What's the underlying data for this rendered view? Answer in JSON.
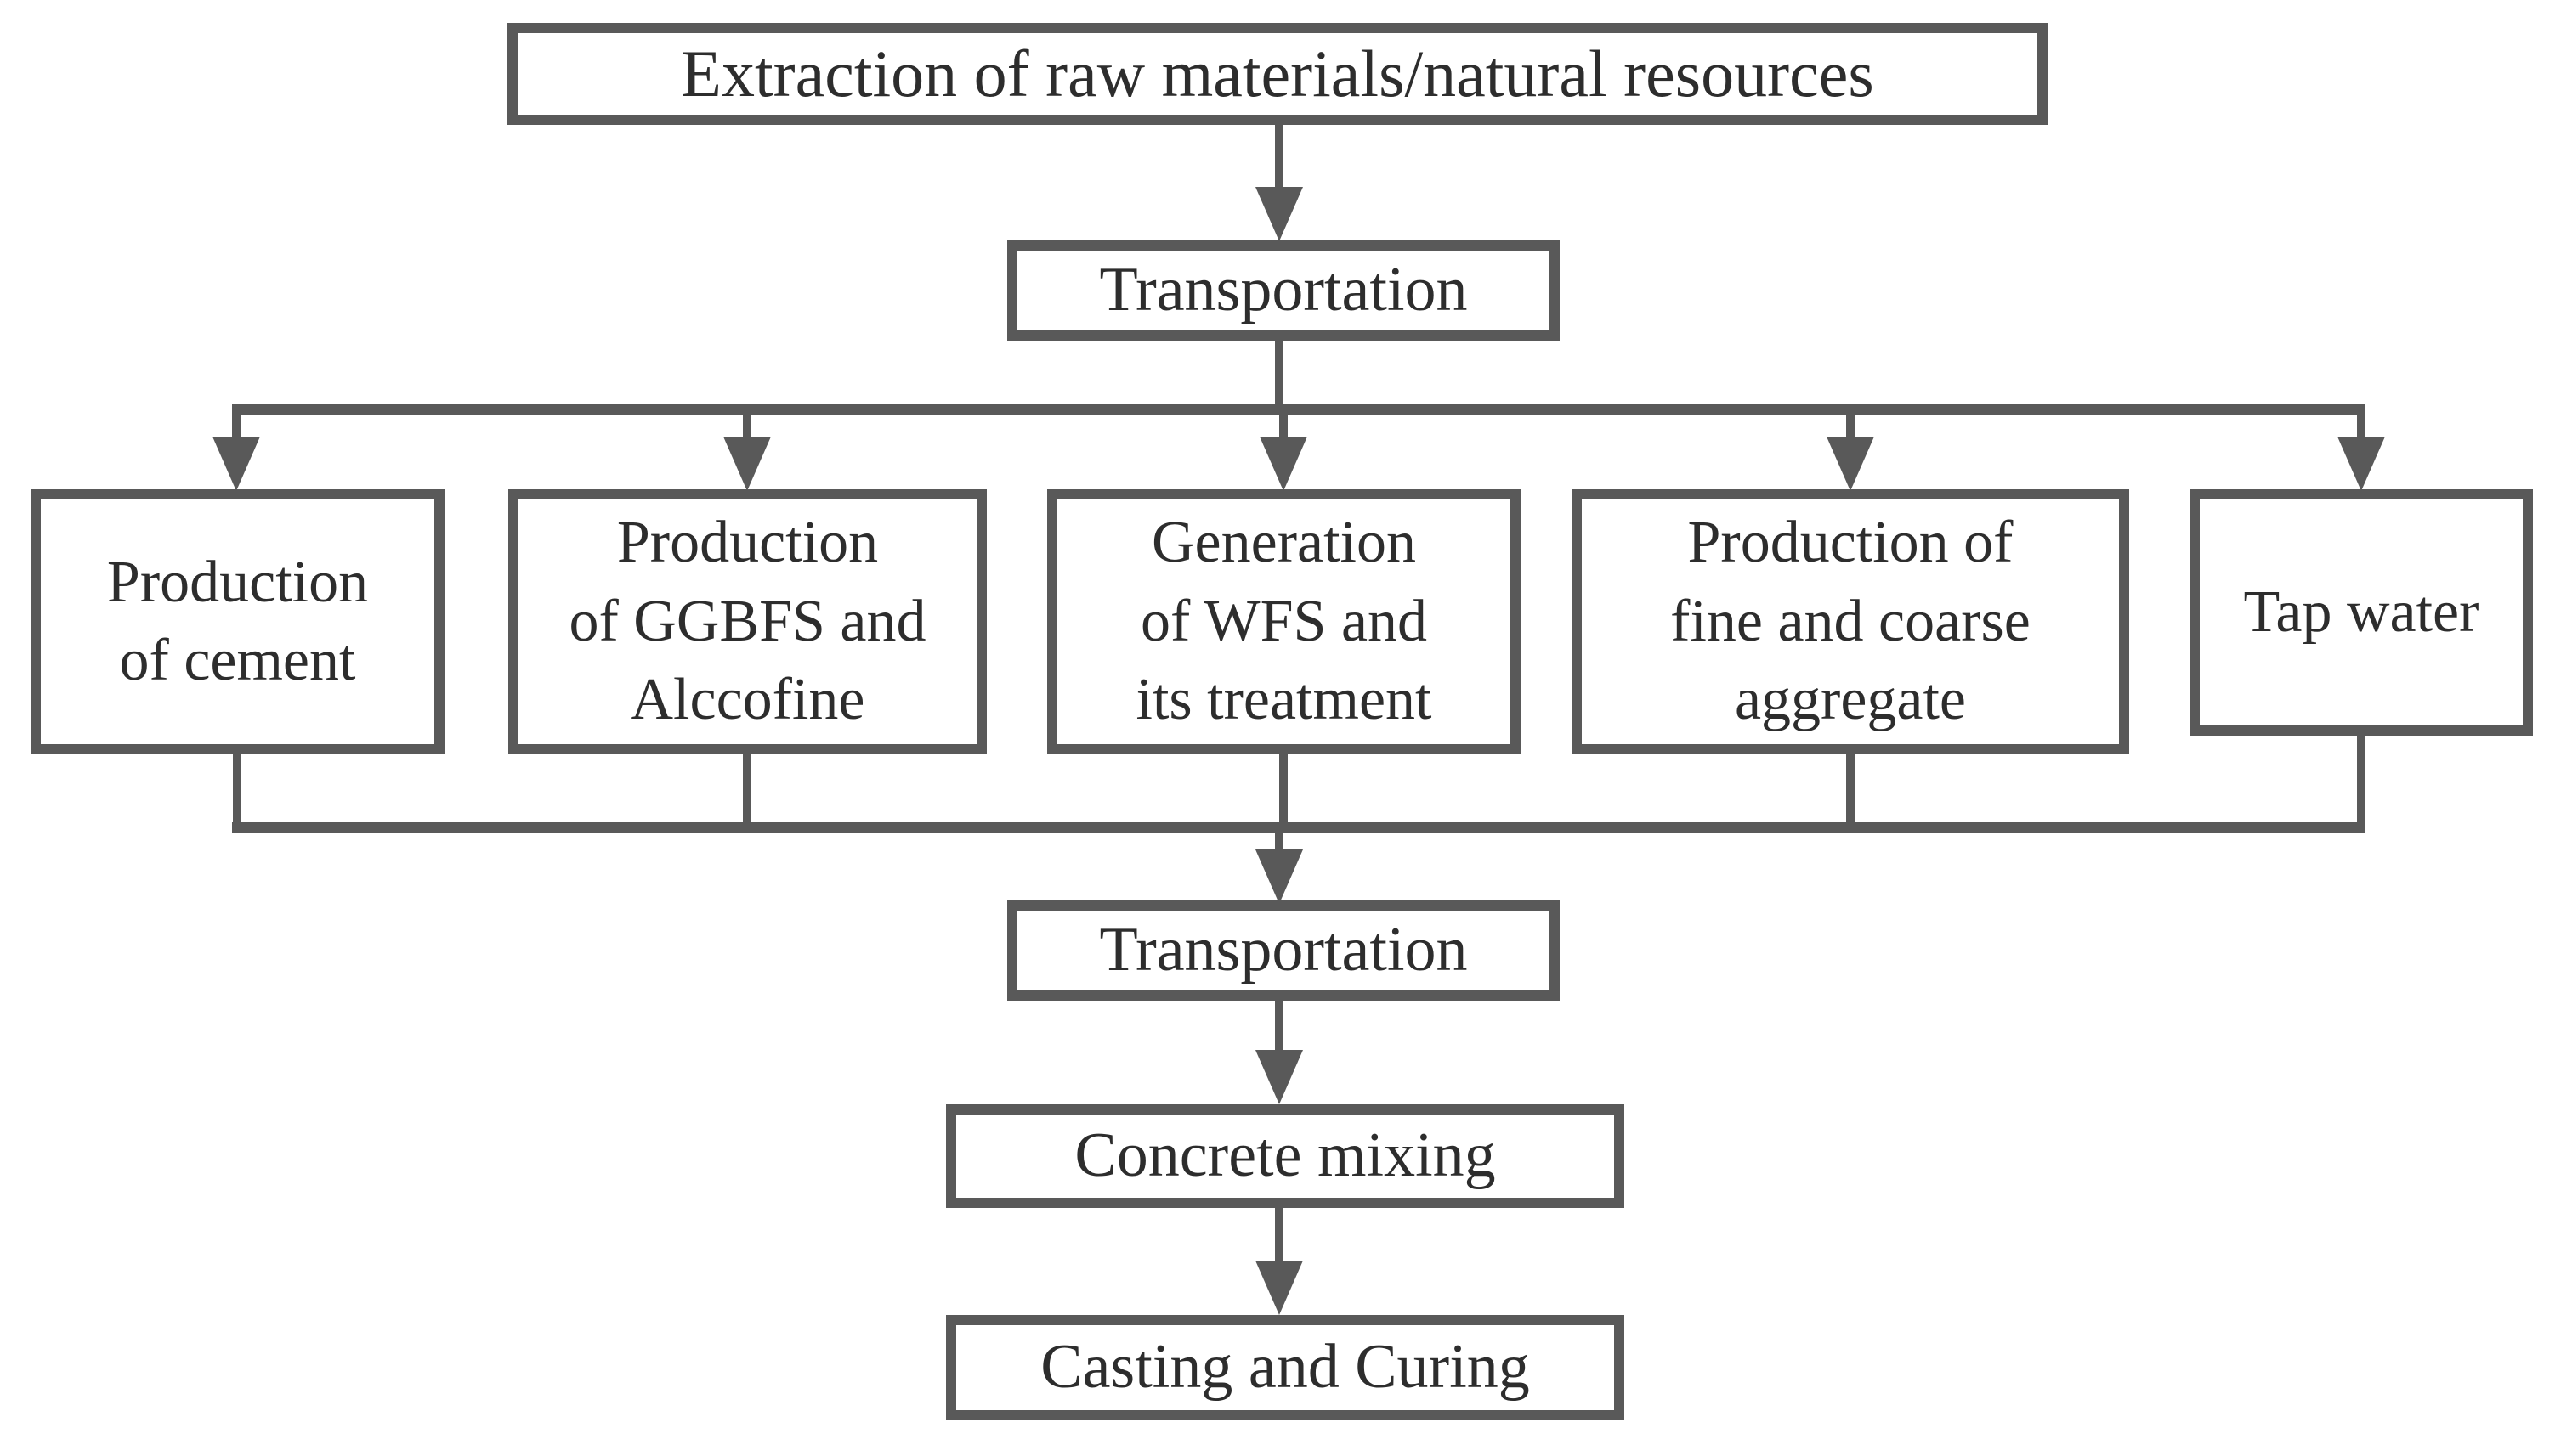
{
  "colors": {
    "line": "#595959",
    "text": "#2d2d2d",
    "box_bg": "#ffffff",
    "page_bg": "#ffffff"
  },
  "nodes": {
    "extraction": {
      "label": "Extraction of raw materials/natural resources"
    },
    "transportation_top": {
      "label": "Transportation"
    },
    "production_cement": {
      "label": "Production\nof cement"
    },
    "production_ggbfs_alccofine": {
      "label": "Production\nof GGBFS and\nAlccofine"
    },
    "generation_wfs_treatment": {
      "label": "Generation\nof WFS and\nits treatment"
    },
    "production_fine_coarse_aggregate": {
      "label": "Production of\nfine and coarse\naggregate"
    },
    "tap_water": {
      "label": "Tap water"
    },
    "transportation_bottom": {
      "label": "Transportation"
    },
    "concrete_mixing": {
      "label": "Concrete mixing"
    },
    "casting_curing": {
      "label": "Casting and Curing"
    }
  },
  "edges": [
    {
      "from": "extraction",
      "to": "transportation_top"
    },
    {
      "from": "transportation_top",
      "to": "production_cement"
    },
    {
      "from": "transportation_top",
      "to": "production_ggbfs_alccofine"
    },
    {
      "from": "transportation_top",
      "to": "generation_wfs_treatment"
    },
    {
      "from": "transportation_top",
      "to": "production_fine_coarse_aggregate"
    },
    {
      "from": "transportation_top",
      "to": "tap_water"
    },
    {
      "from": "production_cement",
      "to": "transportation_bottom"
    },
    {
      "from": "production_ggbfs_alccofine",
      "to": "transportation_bottom"
    },
    {
      "from": "generation_wfs_treatment",
      "to": "transportation_bottom"
    },
    {
      "from": "production_fine_coarse_aggregate",
      "to": "transportation_bottom"
    },
    {
      "from": "tap_water",
      "to": "transportation_bottom"
    },
    {
      "from": "transportation_bottom",
      "to": "concrete_mixing"
    },
    {
      "from": "concrete_mixing",
      "to": "casting_curing"
    }
  ]
}
